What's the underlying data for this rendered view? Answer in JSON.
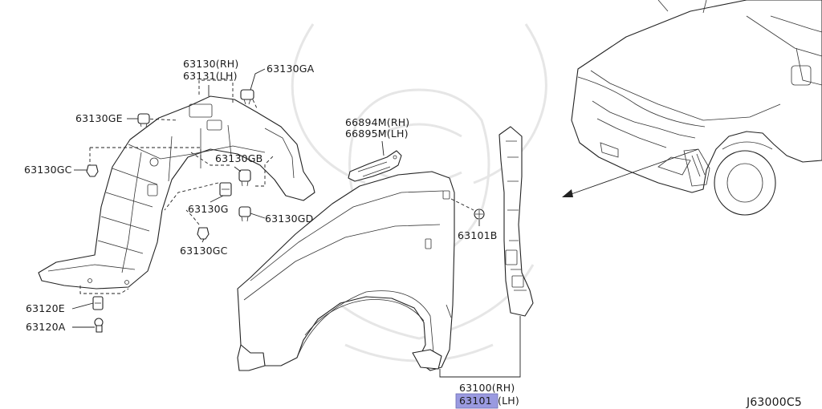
{
  "diagram": {
    "code": "J63000C5",
    "labels": {
      "p63130_rh": "63130(RH)",
      "p63131_lh": "63131(LH)",
      "p63130GA": "63130GA",
      "p63130GE": "63130GE",
      "p63130GC_top": "63130GC",
      "p63130GB": "63130GB",
      "p63130G": "63130G",
      "p63130GD": "63130GD",
      "p63130GC_bottom": "63130GC",
      "p63120E": "63120E",
      "p63120A": "63120A",
      "p66894M_rh": "66894M(RH)",
      "p66895M_lh": "66895M(LH)",
      "p63101B": "63101B",
      "p63100_rh": "63100(RH)",
      "p63101_num": "63101",
      "p63101_suffix": "(LH)"
    },
    "highlight_color": "#9a9ae0"
  }
}
